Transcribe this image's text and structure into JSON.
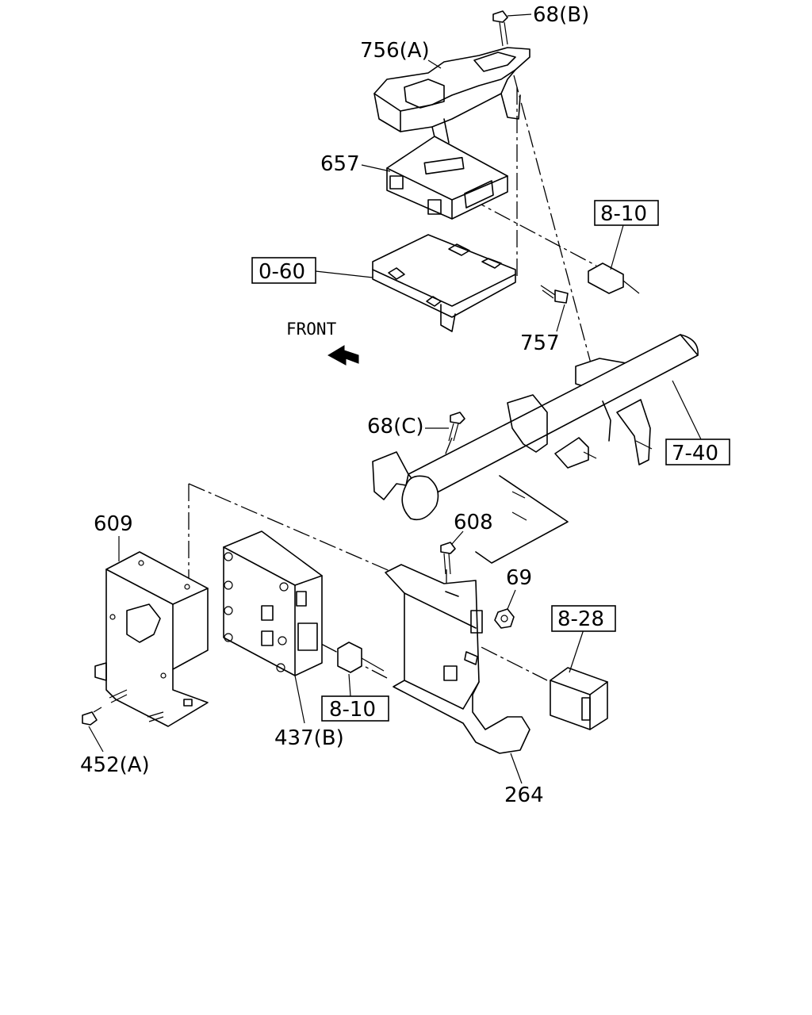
{
  "labels": {
    "l68b": "68(B)",
    "l756a": "756(A)",
    "l657": "657",
    "l810_top": "8-10",
    "l060": "0-60",
    "l757": "757",
    "front": "FRONT",
    "l68c": "68(C)",
    "l740": "7-40",
    "l609": "609",
    "l608": "608",
    "l69": "69",
    "l828": "8-28",
    "l810_bottom": "8-10",
    "l437b": "437(B)",
    "l452a": "452(A)",
    "l264": "264"
  },
  "icons": {
    "front_arrow": "front-direction-arrow-icon"
  },
  "colors": {
    "line": "#000000",
    "background": "#ffffff"
  }
}
